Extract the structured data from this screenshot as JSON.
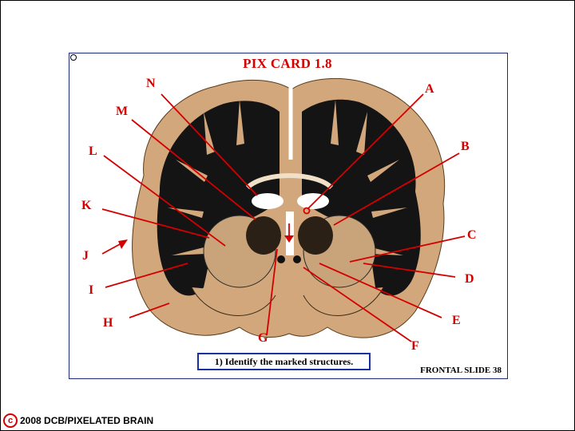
{
  "card": {
    "title": "PIX CARD 1.8",
    "instruction": "1) Identify the marked structures.",
    "slide_label": "FRONTAL SLIDE 38"
  },
  "labels": {
    "A": "A",
    "B": "B",
    "C": "C",
    "D": "D",
    "E": "E",
    "F": "F",
    "G": "G",
    "H": "H",
    "I": "I",
    "J": "J",
    "K": "K",
    "L": "L",
    "M": "M",
    "N": "N"
  },
  "footer": {
    "copyright_symbol": "c",
    "text": "2008  DCB/PIXELATED BRAIN"
  },
  "colors": {
    "label_red": "#d40000",
    "card_border": "#1c2a7a",
    "box_border": "#1a2fa0",
    "cortex": "#d2a77c",
    "white_matter": "#111111"
  }
}
